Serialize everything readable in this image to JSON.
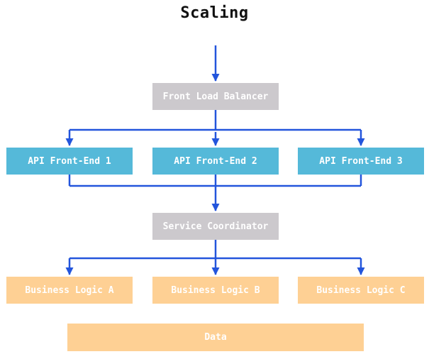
{
  "title": "Scaling",
  "nodes": {
    "front_load_balancer": {
      "label": "Front Load Balancer",
      "color": "#ccc9cd"
    },
    "api_front_end_1": {
      "label": "API Front-End 1",
      "color": "#55b9d9"
    },
    "api_front_end_2": {
      "label": "API Front-End 2",
      "color": "#55b9d9"
    },
    "api_front_end_3": {
      "label": "API Front-End 3",
      "color": "#55b9d9"
    },
    "service_coordinator": {
      "label": "Service Coordinator",
      "color": "#ccc9cd"
    },
    "business_logic_a": {
      "label": "Business Logic A",
      "color": "#fed094"
    },
    "business_logic_b": {
      "label": "Business Logic B",
      "color": "#fed094"
    },
    "business_logic_c": {
      "label": "Business Logic C",
      "color": "#fed094"
    },
    "data": {
      "label": "Data",
      "color": "#fed094"
    }
  },
  "edges": [
    {
      "from": "top",
      "to": "front_load_balancer",
      "arrow": true
    },
    {
      "from": "front_load_balancer",
      "to": "api_front_end_1",
      "arrow": true
    },
    {
      "from": "front_load_balancer",
      "to": "api_front_end_2",
      "arrow": true
    },
    {
      "from": "front_load_balancer",
      "to": "api_front_end_3",
      "arrow": true
    },
    {
      "from": "api_front_end_1",
      "to": "service_coordinator",
      "arrow": false
    },
    {
      "from": "api_front_end_2",
      "to": "service_coordinator",
      "arrow": true
    },
    {
      "from": "api_front_end_3",
      "to": "service_coordinator",
      "arrow": false
    },
    {
      "from": "service_coordinator",
      "to": "business_logic_a",
      "arrow": true
    },
    {
      "from": "service_coordinator",
      "to": "business_logic_b",
      "arrow": true
    },
    {
      "from": "service_coordinator",
      "to": "business_logic_c",
      "arrow": true
    }
  ],
  "colors": {
    "gray_node": "#ccc9cd",
    "cyan_node": "#55b9d9",
    "orange_node": "#fed094",
    "edge": "#2355dc",
    "node_text": "#ffffff",
    "title_text": "#111111",
    "background": "#ffffff"
  }
}
